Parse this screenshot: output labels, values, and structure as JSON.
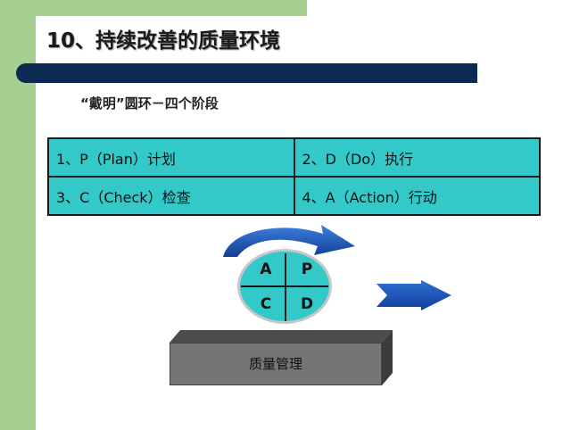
{
  "slide": {
    "title": "10、持续改善的质量环境",
    "subtitle": "“戴明”圆环－四个阶段"
  },
  "stages": [
    [
      "1、P（Plan）计划",
      "2、D（Do）执行"
    ],
    [
      "3、C（Check）检查",
      "4、A（Action）行动"
    ]
  ],
  "pdca": {
    "a": "A",
    "p": "P",
    "c": "C",
    "d": "D"
  },
  "base_label": "质量管理",
  "colors": {
    "green": "#a6cf92",
    "navy": "#0d2a52",
    "teal": "#33c9c9",
    "arrow_blue": "#1a54b8",
    "base_grey": "#757575"
  }
}
